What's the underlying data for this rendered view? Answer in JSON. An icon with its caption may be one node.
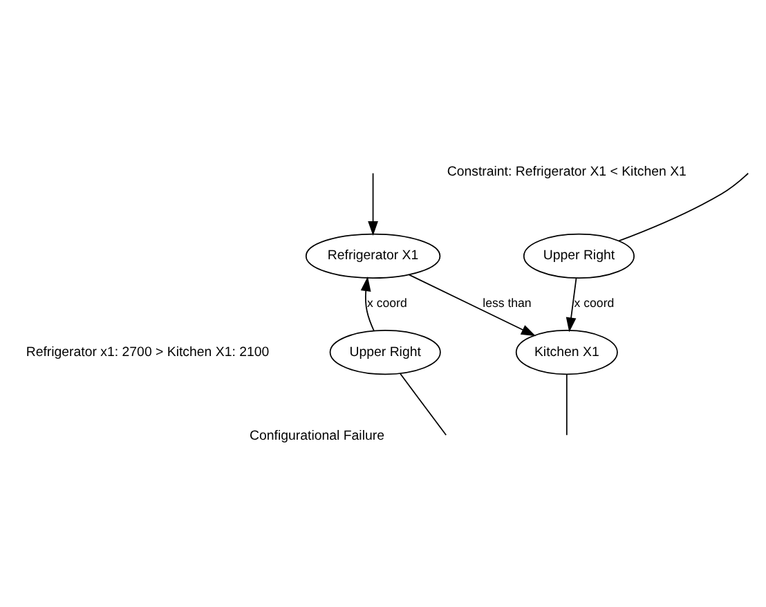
{
  "diagram": {
    "nodes": [
      {
        "text": [
          "Upper Right"
        ]
      },
      {
        "text": [
          "Kitchen X1"
        ]
      },
      {
        "text": [
          "Refrigerator X1"
        ]
      },
      {
        "text": [
          "Upper Right"
        ]
      }
    ],
    "edges": [
      {
        "from": null,
        "to": 0,
        "arrow": "none"
      },
      {
        "from": 0,
        "to": 1,
        "arrow": "to",
        "label": "x coord"
      },
      {
        "from": 1,
        "to": null,
        "arrow": "none"
      },
      {
        "from": 2,
        "to": 1,
        "arrow": "to",
        "label": "less than"
      },
      {
        "from": null,
        "to": 2,
        "arrow": "to"
      },
      {
        "from": 3,
        "to": 2,
        "arrow": "to",
        "label": "x coord"
      },
      {
        "from": 3,
        "to": null,
        "arrow": "none"
      }
    ],
    "labels": [
      "Constraint: Refrigerator X1 < Kitchen X1",
      "Refrigerator x1: 2700 > Kitchen X1: 2100",
      "Configurational Failure"
    ]
  }
}
